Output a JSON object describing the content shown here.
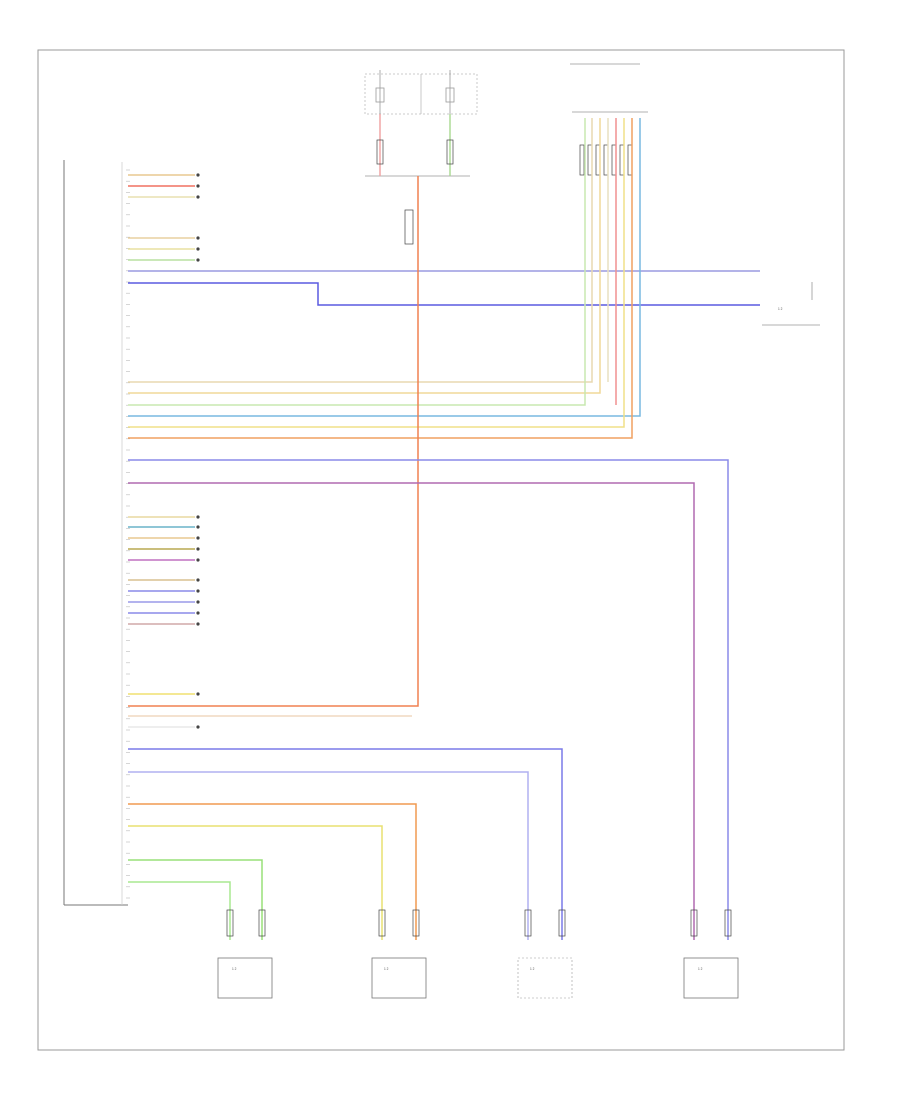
{
  "diagram": {
    "footer_code": "",
    "colors": {
      "frame": "#999999",
      "red": "#f07050",
      "orange": "#f08a40",
      "yellow": "#f0dc70",
      "green": "#8fdc6a",
      "blue": "#6a6ae8",
      "violet": "#b050b0",
      "teal": "#5ab4c8",
      "tan": "#e8c8a0",
      "gray": "#888888",
      "brown": "#b48040"
    },
    "fuses": [
      {
        "id": "fuse-left",
        "label": ""
      },
      {
        "id": "fuse-right",
        "label": ""
      }
    ],
    "connectors": [
      {
        "id": "module-main",
        "label": ""
      },
      {
        "id": "sensor-left",
        "label": ""
      },
      {
        "id": "sensor-center-left",
        "label": ""
      },
      {
        "id": "sensor-center-right",
        "label": ""
      },
      {
        "id": "sensor-right",
        "label": ""
      },
      {
        "id": "switch-top-right",
        "label": ""
      },
      {
        "id": "connector-right-mid",
        "label": ""
      }
    ]
  }
}
